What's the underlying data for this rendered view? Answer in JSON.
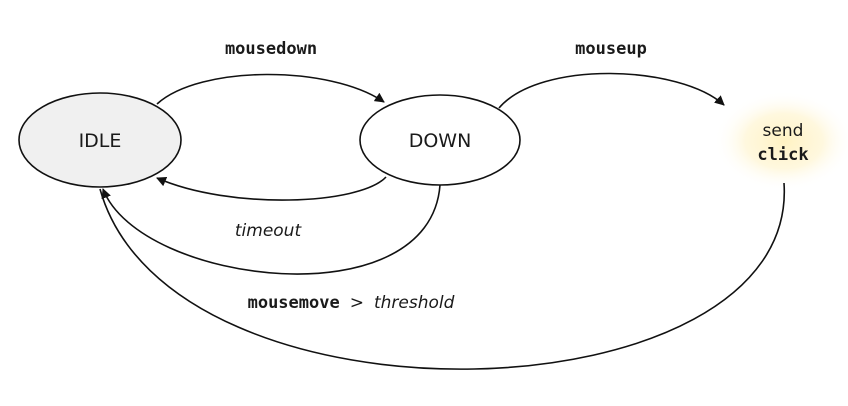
{
  "states": {
    "idle": {
      "label": "IDLE",
      "fill": "#f0f0f0"
    },
    "down": {
      "label": "DOWN",
      "fill": "#ffffff"
    }
  },
  "output": {
    "line1": "send",
    "line2": "click",
    "glow_color": "#fff2c2"
  },
  "transitions": {
    "mousedown": "mousedown",
    "mouseup": "mouseup",
    "timeout": "timeout",
    "mousemove_event": "mousemove",
    "mousemove_op": ">",
    "mousemove_condition": "threshold"
  }
}
